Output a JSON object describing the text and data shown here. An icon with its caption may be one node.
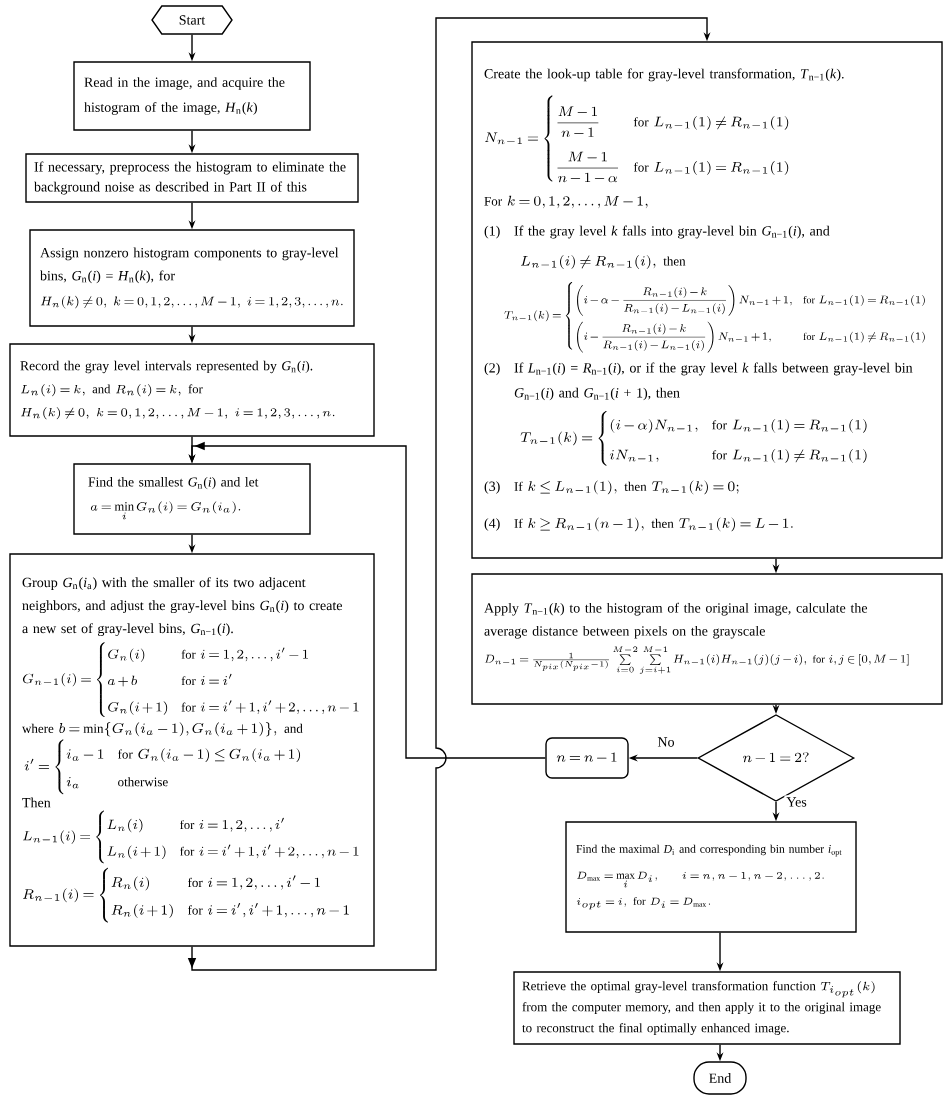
{
  "diagram": {
    "nodes": [
      {
        "text": [
          "Start"
        ]
      },
      {
        "text": [
          "Read in the image, and acquire the histogram of the image, *H*$_{n}$(*k*)"
        ]
      },
      {
        "text": [
          "If necessary, preprocess the histogram to eliminate the background noise as described in Part II of this"
        ]
      },
      {
        "text": [
          "Assign nonzero histogram components to gray-level bins, *G*$_{n}$(*i*) = *H*$_{n}$(*k*), for",
          "H_n(k) \\neq 0,\\ k = 0, 1, 2, \\ldots, M-1,\\ i = 1, 2, 3, \\ldots, n."
        ]
      },
      {
        "text": [
          "Record the gray level intervals represented by *G*$_{n}$(*i*).",
          "L_n(i) = k,\\ \\text{and}\\ R_n(i) = k,\\ \\text{for}",
          "H_n(k) \\neq 0,\\ k = 0, 1, 2, \\ldots, M-1,\\ i = 1, 2, 3, \\ldots, n."
        ]
      },
      {
        "text": [
          "Find the smallest *G*$_{n}$(*i*) and let",
          "a = \\min\\limits_{i} G_n(i) = G_n(i_a)."
        ]
      },
      {
        "text": [
          "Group *G*$_{n}$(*i*$_{a}$) with the smaller of its two adjacent neighbors, and adjust the gray-level bins *G*$_{n}$(*i*) to create a new set of gray-level bins, *G*$_{n−1}$(*i*).",
          "G_{n-1}(i) = \\begin{cases} G_n(i) & \\text{for } i = 1, 2, \\ldots, i'-1 \\\\ a + b & \\text{for } i = i' \\\\ G_n(i+1) & \\text{for } i = i'+1, i'+2, \\ldots, n-1 \\end{cases}",
          "\\text{where } b = \\min\\{G_n(i_a - 1), G_n(i_a + 1)\\},\\ \\text{and}",
          "i' = \\begin{cases} i_a - 1 & \\text{for } G_n(i_a - 1) \\le G_n(i_a + 1) \\\\ i_a & \\text{otherwise} \\end{cases}",
          "Then",
          "L_{n-1}(i) = \\begin{cases} L_n(i) & \\text{for } i = 1, 2, \\ldots, i' \\\\ L_n(i+1) & \\text{for } i = i'+1, i'+2, \\ldots, n-1 \\end{cases}",
          "R_{n-1}(i) = \\begin{cases} R_n(i) & \\text{for } i = 1, 2, \\ldots, i'-1 \\\\ R_n(i+1) & \\text{for } i = i', i'+1, \\ldots, n-1 \\end{cases}"
        ]
      },
      {
        "text": [
          "Create the look-up table for gray-level transformation, *T*$_{n−1}$(*k*).",
          "N_{n-1} = \\begin{cases} \\dfrac{M-1}{n-1} & \\text{for } L_{n-1}(1) \\neq R_{n-1}(1) \\\\ \\dfrac{M-1}{n-1-\\alpha} & \\text{for } L_{n-1}(1) = R_{n-1}(1) \\end{cases}",
          "\\text{For } k = 0, 1, 2, \\ldots, M-1,",
          "(1)",
          "If the gray level *k* falls into gray-level bin *G*$_{n−1}$(*i*), and",
          "L_{n-1}(i) \\neq R_{n-1}(i),\\ \\text{then}",
          "T_{n-1}(k) = \\begin{cases} \\left(i - \\alpha - \\dfrac{R_{n-1}(i) - k}{R_{n-1}(i) - L_{n-1}(i)}\\right) N_{n-1} + 1, & \\text{for } L_{n-1}(1) = R_{n-1}(1) \\\\ \\left(i - \\dfrac{R_{n-1}(i) - k}{R_{n-1}(i) - L_{n-1}(i)}\\right) N_{n-1} + 1, & \\text{for } L_{n-1}(1) \\neq R_{n-1}(1) \\end{cases}",
          "(2)",
          "If *L*$_{n−1}$(*i*) = *R*$_{n−1}$(*i*), or if the gray level *k* falls between gray-level bin *G*$_{n−1}$(*i*) and *G*$_{n−1}$(*i* + 1), then",
          "T_{n-1}(k) = \\begin{cases} (i - \\alpha) N_{n-1}, & \\text{for } L_{n-1}(1) = R_{n-1}(1) \\\\ i N_{n-1}, & \\text{for } L_{n-1}(1) \\neq R_{n-1}(1) \\end{cases}",
          "(3)",
          "\\text{If } k \\le L_{n-1}(1),\\ \\text{then } T_{n-1}(k) = 0;",
          "(4)",
          "\\text{If } k \\ge R_{n-1}(n-1),\\ \\text{then } T_{n-1}(k) = L - 1."
        ]
      },
      {
        "text": [
          "Apply *T*$_{n−1}$(*k*) to the histogram of the original image, calculate the average distance between pixels on the grayscale",
          "D_{n-1} = \\frac{1}{N_{pix}(N_{pix} - 1)} \\sum\\limits_{i=0}^{M-2} \\sum\\limits_{j=i+1}^{M-1} H_{n-1}(i) H_{n-1}(j)(j - i),\\ \\text{for } i, j \\in [0, M-1]"
        ]
      },
      {
        "text": [
          "n - 1 = 2?"
        ]
      },
      {
        "text": [
          "n = n - 1"
        ]
      },
      {
        "text": [
          "Find the maximal *D*$_{i}$ and corresponding bin number *i*$_{opt}$",
          "D_{\\max} = \\max\\limits_{i} D_i, \\qquad i = n, n-1, n-2, \\ldots, 2.",
          "i_{opt} = i,\\ \\text{for } D_i = D_{\\max}."
        ]
      },
      {
        "text": [
          "Retrieve the optimal gray-level transformation function",
          "T_{i_{opt}}(k)",
          "from the computer memory, and then apply it to the original image to reconstruct the final optimally enhanced image."
        ]
      },
      {
        "text": [
          "End"
        ]
      }
    ],
    "edges": [
      {
        "from": 0,
        "to": 1,
        "arrow": "to"
      },
      {
        "from": 1,
        "to": 2,
        "arrow": "to"
      },
      {
        "from": 2,
        "to": 3,
        "arrow": "to"
      },
      {
        "from": 3,
        "to": 4,
        "arrow": "to"
      },
      {
        "from": 4,
        "to": 5,
        "arrow": "to"
      },
      {
        "from": 5,
        "to": 6,
        "arrow": "to"
      },
      {
        "from": 6,
        "to": 7,
        "arrow": "to"
      },
      {
        "from": 7,
        "to": 8,
        "arrow": "to"
      },
      {
        "from": 8,
        "to": 9,
        "arrow": "to"
      },
      {
        "from": 9,
        "to": 10,
        "arrow": "to",
        "label": "No"
      },
      {
        "from": 10,
        "to": 5,
        "arrow": "to"
      },
      {
        "from": 9,
        "to": 11,
        "arrow": "to",
        "label": "Yes"
      },
      {
        "from": 11,
        "to": 12,
        "arrow": "to"
      },
      {
        "from": 12,
        "to": 13,
        "arrow": "to"
      }
    ]
  }
}
